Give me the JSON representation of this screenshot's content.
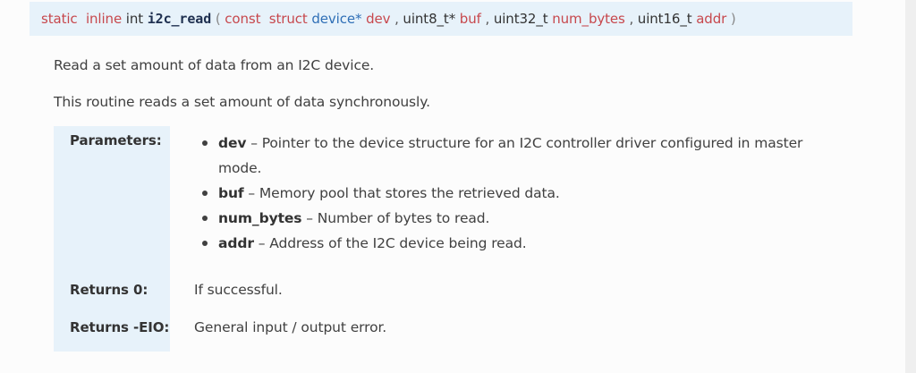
{
  "signature": {
    "kw_static": "static",
    "kw_inline": "inline",
    "return_type": "int",
    "function_name": "i2c_read",
    "open_paren": "(",
    "close_paren": ")",
    "params": [
      {
        "qualifiers": "const",
        "struct_kw": "struct",
        "type": "device*",
        "name": "dev"
      },
      {
        "type": "uint8_t*",
        "name": "buf"
      },
      {
        "type": "uint32_t",
        "name": "num_bytes"
      },
      {
        "type": "uint16_t",
        "name": "addr"
      }
    ],
    "separator": ","
  },
  "description": {
    "brief": "Read a set amount of data from an I2C device.",
    "detail": "This routine reads a set amount of data synchronously."
  },
  "parameters": {
    "label": "Parameters:",
    "items": [
      {
        "name": "dev",
        "dash": " – ",
        "text": "Pointer to the device structure for an I2C controller driver configured in master mode."
      },
      {
        "name": "buf",
        "dash": " – ",
        "text": "Memory pool that stores the retrieved data."
      },
      {
        "name": "num_bytes",
        "dash": " – ",
        "text": "Number of bytes to read."
      },
      {
        "name": "addr",
        "dash": " – ",
        "text": "Address of the I2C device being read."
      }
    ]
  },
  "returns": [
    {
      "label": "Returns 0:",
      "text": "If successful."
    },
    {
      "label": "Returns -EIO:",
      "text": "General input / output error."
    }
  ],
  "colors": {
    "signature_bg": "#e7f2fa",
    "keyword": "#c7484d",
    "type_link": "#2f6fb6",
    "function_name": "#1f3050",
    "body_text": "#404040",
    "page_bg": "#fcfcfc"
  }
}
